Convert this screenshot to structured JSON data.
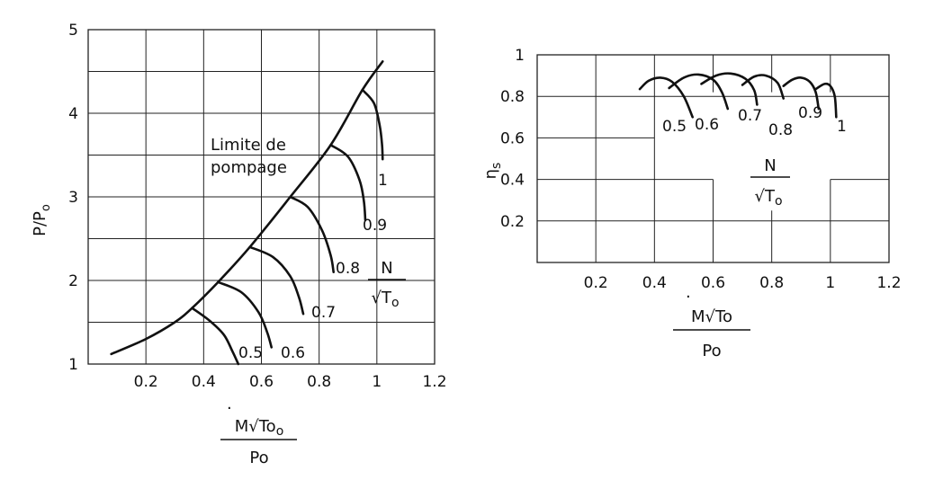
{
  "chart_data": [
    {
      "type": "line",
      "xlabel": "Ṁ√To / Po",
      "xlabel_num": "M√To",
      "xlabel_den": "Po",
      "xlabel_num_sub": "o",
      "xlabel_den_sub": "o",
      "ylabel": "P/Po",
      "ylabel_main": "P/P",
      "ylabel_sub": "o",
      "xlim": [
        0,
        1.2
      ],
      "ylim": [
        1,
        5
      ],
      "x_ticks": [
        "0.2",
        "0.4",
        "0.6",
        "0.8",
        "1",
        "1.2"
      ],
      "y_ticks": [
        "1",
        "2",
        "3",
        "4",
        "5"
      ],
      "surge_line_label": [
        "Limite de",
        "pompage"
      ],
      "speed_param_num": "N",
      "speed_param_den": "√T",
      "speed_param_sub": "o",
      "surge_line": {
        "x": [
          0.08,
          0.2,
          0.3,
          0.36,
          0.45,
          0.56,
          0.7,
          0.84,
          0.95,
          1.02
        ],
        "y": [
          1.12,
          1.3,
          1.5,
          1.67,
          1.98,
          2.4,
          3.0,
          3.62,
          4.28,
          4.62
        ]
      },
      "series": [
        {
          "name": "0.5",
          "x": [
            0.36,
            0.42,
            0.47,
            0.5,
            0.52
          ],
          "y": [
            1.67,
            1.52,
            1.35,
            1.15,
            1.0
          ]
        },
        {
          "name": "0.6",
          "x": [
            0.45,
            0.53,
            0.59,
            0.62,
            0.635
          ],
          "y": [
            1.98,
            1.86,
            1.62,
            1.38,
            1.2
          ]
        },
        {
          "name": "0.7",
          "x": [
            0.56,
            0.64,
            0.7,
            0.73,
            0.745
          ],
          "y": [
            2.4,
            2.28,
            2.05,
            1.8,
            1.6
          ]
        },
        {
          "name": "0.8",
          "x": [
            0.7,
            0.76,
            0.81,
            0.84,
            0.85
          ],
          "y": [
            3.0,
            2.88,
            2.6,
            2.3,
            2.1
          ]
        },
        {
          "name": "0.9",
          "x": [
            0.84,
            0.9,
            0.94,
            0.955,
            0.96
          ],
          "y": [
            3.62,
            3.48,
            3.2,
            2.95,
            2.72
          ]
        },
        {
          "name": "1",
          "x": [
            0.95,
            0.99,
            1.01,
            1.018,
            1.02
          ],
          "y": [
            4.28,
            4.12,
            3.85,
            3.62,
            3.45
          ]
        }
      ]
    },
    {
      "type": "line",
      "xlabel": "Ṁ√To / Po",
      "xlabel_num": "M√To",
      "xlabel_den": "Po",
      "ylabel": "ηs",
      "ylabel_main": "η",
      "ylabel_sub": "s",
      "xlim": [
        0,
        1.2
      ],
      "ylim": [
        0,
        1
      ],
      "x_ticks": [
        "0.2",
        "0.4",
        "0.6",
        "0.8",
        "1",
        "1.2"
      ],
      "y_ticks": [
        "0.2",
        "0.4",
        "0.6",
        "0.8",
        "1"
      ],
      "speed_param_num": "N",
      "speed_param_den": "√T",
      "speed_param_sub": "o",
      "series": [
        {
          "name": "0.5",
          "x": [
            0.35,
            0.38,
            0.42,
            0.46,
            0.5,
            0.53
          ],
          "y": [
            0.835,
            0.875,
            0.89,
            0.87,
            0.8,
            0.7
          ]
        },
        {
          "name": "0.6",
          "x": [
            0.45,
            0.5,
            0.55,
            0.6,
            0.63,
            0.65
          ],
          "y": [
            0.84,
            0.89,
            0.905,
            0.88,
            0.82,
            0.74
          ]
        },
        {
          "name": "0.7",
          "x": [
            0.56,
            0.61,
            0.66,
            0.71,
            0.74,
            0.75
          ],
          "y": [
            0.86,
            0.9,
            0.91,
            0.885,
            0.83,
            0.76
          ]
        },
        {
          "name": "0.8",
          "x": [
            0.7,
            0.74,
            0.78,
            0.82,
            0.84
          ],
          "y": [
            0.855,
            0.895,
            0.9,
            0.865,
            0.79
          ]
        },
        {
          "name": "0.9",
          "x": [
            0.84,
            0.87,
            0.9,
            0.93,
            0.95,
            0.96
          ],
          "y": [
            0.85,
            0.88,
            0.89,
            0.87,
            0.82,
            0.74
          ]
        },
        {
          "name": "1",
          "x": [
            0.95,
            0.98,
            1.0,
            1.015,
            1.02
          ],
          "y": [
            0.835,
            0.86,
            0.85,
            0.8,
            0.7
          ]
        }
      ]
    }
  ]
}
